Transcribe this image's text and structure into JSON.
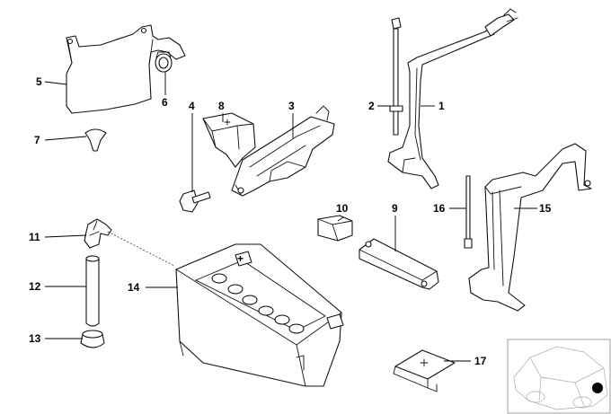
{
  "callouts": [
    {
      "id": "1",
      "label": "1"
    },
    {
      "id": "2",
      "label": "2"
    },
    {
      "id": "3",
      "label": "3"
    },
    {
      "id": "4",
      "label": "4"
    },
    {
      "id": "5",
      "label": "5"
    },
    {
      "id": "6",
      "label": "6"
    },
    {
      "id": "7",
      "label": "7"
    },
    {
      "id": "8",
      "label": "8"
    },
    {
      "id": "9",
      "label": "9"
    },
    {
      "id": "10",
      "label": "10"
    },
    {
      "id": "11",
      "label": "11"
    },
    {
      "id": "12",
      "label": "12"
    },
    {
      "id": "13",
      "label": "13"
    },
    {
      "id": "14",
      "label": "14"
    },
    {
      "id": "15",
      "label": "15"
    },
    {
      "id": "16",
      "label": "16"
    },
    {
      "id": "17",
      "label": "17"
    }
  ],
  "battery_symbols": {
    "plus": "+",
    "minus": "−"
  }
}
